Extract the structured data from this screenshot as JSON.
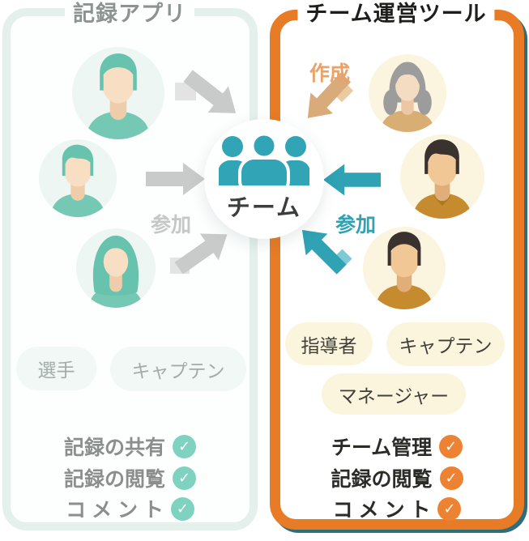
{
  "left_panel": {
    "title": "記録アプリ",
    "join_label": "参加",
    "badges": [
      {
        "label": "選手"
      },
      {
        "label": "キャプテン"
      }
    ],
    "features": [
      {
        "label": "記録の共有"
      },
      {
        "label": "記録の閲覧"
      },
      {
        "label": "コ メ ン ト"
      }
    ]
  },
  "right_panel": {
    "title": "チーム運営ツール",
    "create_label": "作成",
    "join_label": "参加",
    "badges": [
      {
        "label": "指導者"
      },
      {
        "label": "キャプテン"
      },
      {
        "label": "マネージャー"
      }
    ],
    "features": [
      {
        "label": "チーム管理"
      },
      {
        "label": "記録の閲覧"
      },
      {
        "label": "コ メ ン ト"
      }
    ]
  },
  "center": {
    "team_label": "チーム"
  },
  "icons": {
    "check": "✓",
    "team_group": "group-of-three-people"
  },
  "colors": {
    "teal_arrow": "#2fa2b4",
    "teal_light": "#7fcad5",
    "gray_arrow": "#c9cbca",
    "tan_arrow": "#d9ab7b",
    "tan_light": "#eccaa0",
    "orange_border": "#e87b26",
    "orange_check": "#ee8233",
    "mint_check": "#7fd2bf",
    "mint_border": "#e3f0ec",
    "cream_badge": "#fcf5dd",
    "mint_badge": "#f1f8f5"
  }
}
